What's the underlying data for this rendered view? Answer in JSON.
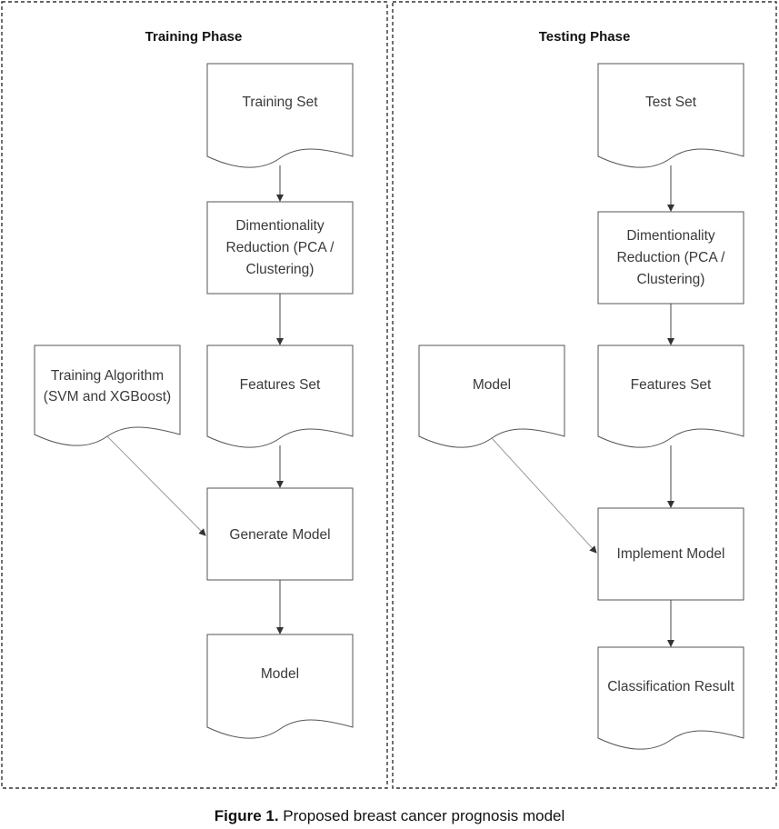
{
  "phases": {
    "training": "Training Phase",
    "testing": "Testing Phase"
  },
  "training": {
    "training_set": "Training Set",
    "dim_reduction": [
      "Dimentionality",
      "Reduction (PCA /",
      "Clustering)"
    ],
    "features_set": "Features Set",
    "algorithm": [
      "Training Algorithm",
      "(SVM and XGBoost)"
    ],
    "generate_model": "Generate Model",
    "model": "Model"
  },
  "testing": {
    "test_set": "Test Set",
    "dim_reduction": [
      "Dimentionality",
      "Reduction (PCA /",
      "Clustering)"
    ],
    "features_set": "Features Set",
    "model": "Model",
    "implement_model": "Implement Model",
    "classification_result": "Classification Result"
  },
  "caption": {
    "label": "Figure 1.",
    "text": " Proposed breast cancer prognosis model"
  }
}
